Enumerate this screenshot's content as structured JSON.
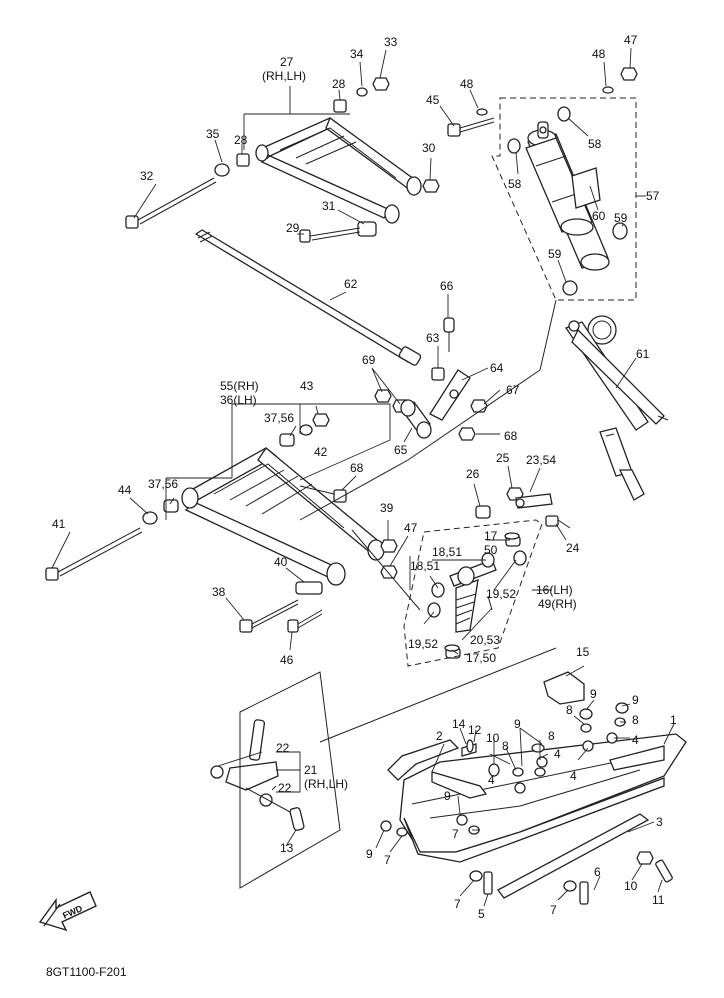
{
  "diagram_code": "8GT1100-F201",
  "fwd_label": "FWD",
  "labels": {
    "l1": "1",
    "l2": "2",
    "l3": "3",
    "l4a": "4",
    "l4b": "4",
    "l4c": "4",
    "l4d": "4",
    "l5": "5",
    "l6": "6",
    "l7a": "7",
    "l7b": "7",
    "l7c": "7",
    "l7d": "7",
    "l8a": "8",
    "l8b": "8",
    "l8c": "8",
    "l8d": "8",
    "l9a": "9",
    "l9b": "9",
    "l9c": "9",
    "l9d": "9",
    "l9e": "9",
    "l10a": "10",
    "l10b": "10",
    "l11": "11",
    "l12": "12",
    "l13": "13",
    "l14": "14",
    "l15": "15",
    "l16": "16(LH)",
    "l49": "49(RH)",
    "l17a": "17",
    "l17b": "17,50",
    "l18a": "18,51",
    "l18b": "18,51",
    "l19a": "19,52",
    "l19b": "19,52",
    "l20": "20,53",
    "l21": "21",
    "l21b": "(RH,LH)",
    "l22a": "22",
    "l22b": "22",
    "l23": "23,54",
    "l24": "24",
    "l25": "25",
    "l26": "26",
    "l27": "27",
    "l27b": "(RH,LH)",
    "l28a": "28",
    "l28b": "28",
    "l29": "29",
    "l30": "30",
    "l31": "31",
    "l32": "32",
    "l33": "33",
    "l34": "34",
    "l35": "35",
    "l55": "55(RH)",
    "l36": "36(LH)",
    "l37a": "37,56",
    "l37b": "37,56",
    "l38": "38",
    "l39": "39",
    "l40": "40",
    "l41": "41",
    "l42": "42",
    "l43": "43",
    "l44": "44",
    "l45": "45",
    "l46": "46",
    "l47a": "47",
    "l47b": "47",
    "l48a": "48",
    "l48b": "48",
    "l50": "50",
    "l57": "57",
    "l58a": "58",
    "l58b": "58",
    "l59a": "59",
    "l59b": "59",
    "l60": "60",
    "l61": "61",
    "l62": "62",
    "l63": "63",
    "l64": "64",
    "l65": "65",
    "l66": "66",
    "l67": "67",
    "l68a": "68",
    "l68b": "68",
    "l69": "69"
  }
}
